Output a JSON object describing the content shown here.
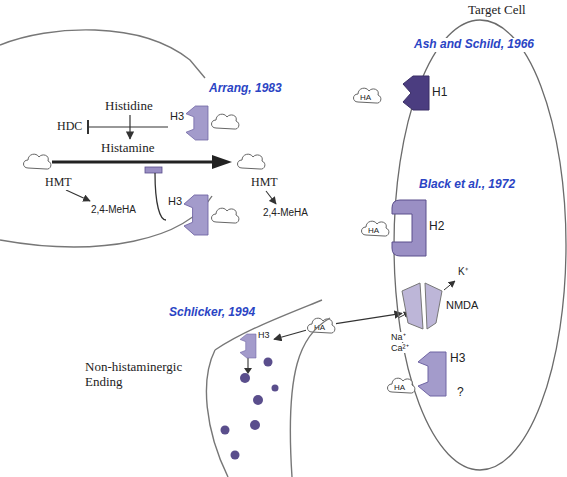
{
  "diagram": {
    "nodes": [
      {
        "text": [
          "Target Cell"
        ]
      },
      {
        "text": [
          "H1"
        ],
        "in": 0
      },
      {
        "text": [
          "H2"
        ],
        "in": 0
      },
      {
        "text": [
          "NMDA"
        ],
        "in": 0
      },
      {
        "text": [
          "H3"
        ],
        "in": 0
      },
      {
        "text": [
          "HA"
        ]
      },
      {
        "text": [
          "HA"
        ]
      },
      {
        "text": [
          "HA"
        ]
      },
      {
        "text": [
          "HA"
        ]
      },
      {
        "text": [
          "Non-histaminergic Ending"
        ]
      },
      {
        "text": [
          "H3"
        ],
        "in": 9
      },
      {
        "text": [
          "H3"
        ]
      },
      {
        "text": [
          "H3"
        ]
      }
    ],
    "edges": [
      {
        "from": 8,
        "to": 10,
        "arrow": "to"
      },
      {
        "from": 8,
        "to": 3,
        "arrow": "to"
      }
    ],
    "labels": [
      "Arrang, 1983",
      "Histidine",
      "HDC",
      "Histamine",
      "HMT",
      "2,4-MeHA",
      "HMT",
      "2,4-MeHA",
      "Ash and Schild, 1966",
      "Black et al., 1972",
      "K⁺",
      "Na⁺",
      "Ca²⁺",
      "?",
      "Schlicker, 1994"
    ]
  }
}
